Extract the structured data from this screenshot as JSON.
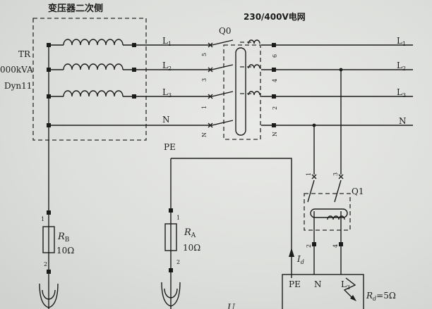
{
  "transformer": {
    "heading": "变压器二次侧",
    "designation": "TR",
    "rating": "000kVA",
    "vector_group": "Dyn11"
  },
  "grid_title": "230/400V电网",
  "breaker_qo": "Q0",
  "breaker_q1": "Q1",
  "conductors": {
    "left": {
      "l1": "L",
      "l1_sub": "1",
      "l2": "L",
      "l2_sub": "2",
      "l3": "L",
      "l3_sub": "3",
      "n": "N"
    },
    "right": {
      "l1": "L",
      "l1_sub": "1",
      "l2": "L",
      "l2_sub": "2",
      "l3": "L",
      "l3_sub": "3",
      "n": "N"
    }
  },
  "pe_label": "PE",
  "qo_terminals_in": [
    "5",
    "3",
    "1",
    "N"
  ],
  "qo_terminals_out": [
    "6",
    "4",
    "2",
    "N"
  ],
  "q1_terminals_in": [
    "1",
    "3"
  ],
  "q1_terminals_out": [
    "2",
    "4"
  ],
  "rb": {
    "name": "R",
    "sub": "B",
    "value": "10Ω",
    "pin_top": "1",
    "pin_bottom": "2"
  },
  "ra": {
    "name": "R",
    "sub": "A",
    "value": "10Ω",
    "pin_top": "1",
    "pin_bottom": "2"
  },
  "fault_current": {
    "name": "I",
    "sub": "d"
  },
  "equipment_terminals": [
    "PE",
    "N",
    "L",
    "3"
  ],
  "fault_resistance": {
    "name": "R",
    "sub": "d",
    "value": "=5Ω"
  },
  "bottom_fragment": "U"
}
